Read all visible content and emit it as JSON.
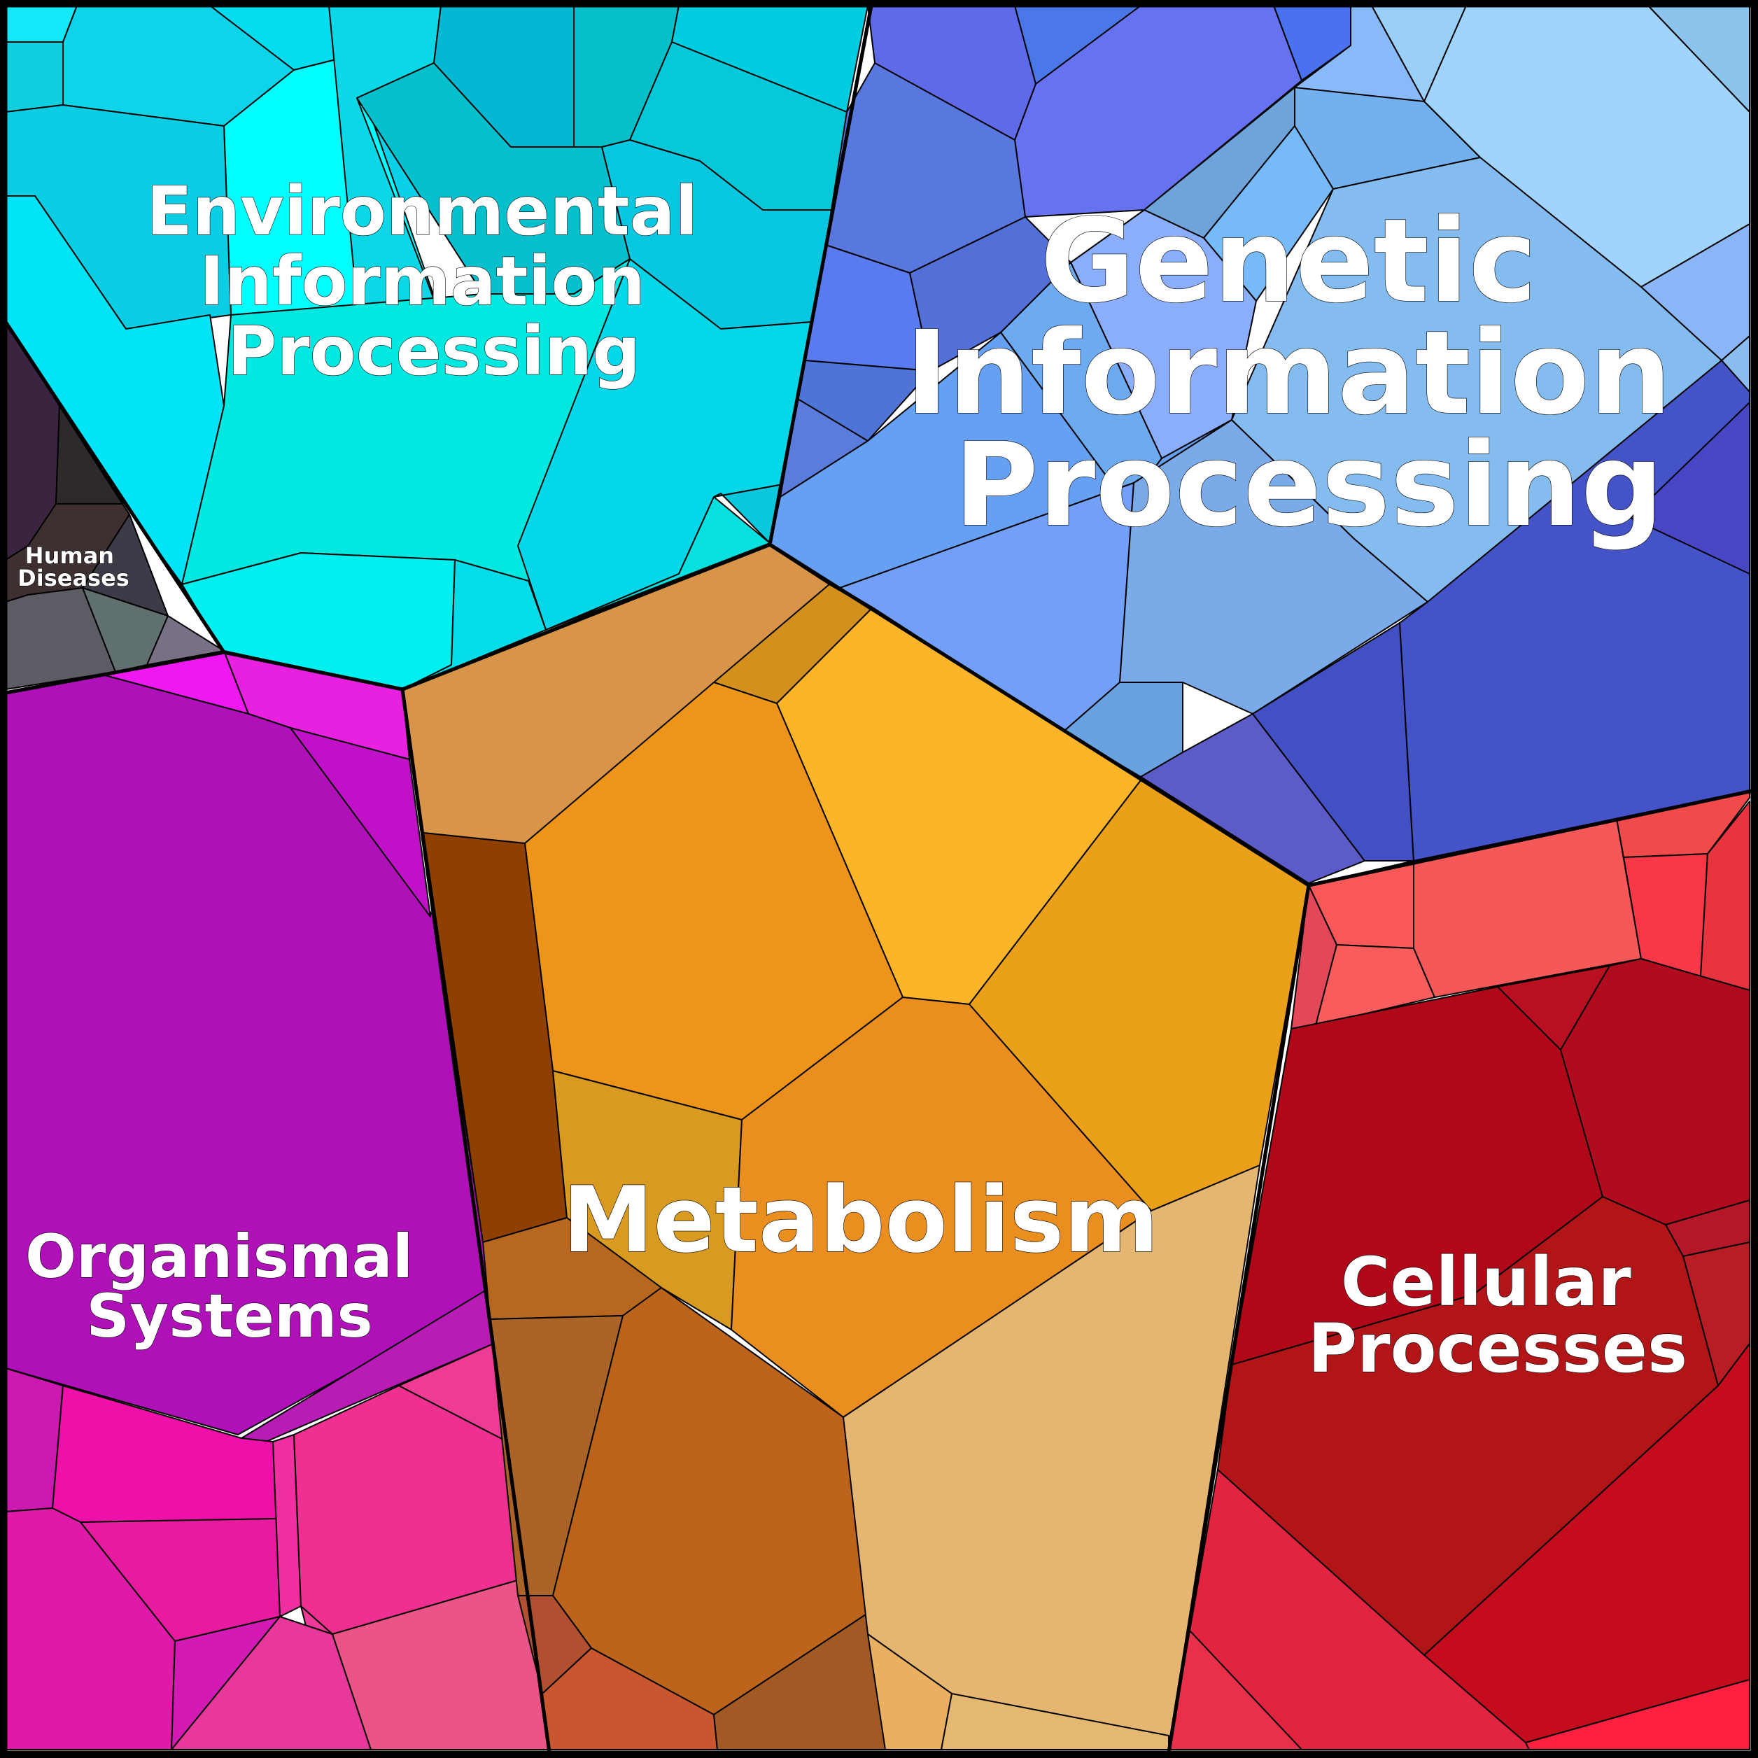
{
  "diagram": {
    "type": "voronoi-treemap",
    "regions": [
      {
        "id": "environmental",
        "label_lines": [
          "Environmental",
          "Information",
          "Processing"
        ],
        "base_color": "#00d8f0"
      },
      {
        "id": "genetic",
        "label_lines": [
          "Genetic",
          "Information",
          "Processing"
        ],
        "base_color": "#6f9ff8"
      },
      {
        "id": "human-diseases",
        "label_lines": [
          "Human",
          "Diseases"
        ],
        "base_color": "#3b3b44"
      },
      {
        "id": "metabolism",
        "label_lines": [
          "Metabolism"
        ],
        "base_color": "#ee9418"
      },
      {
        "id": "organismal",
        "label_lines": [
          "Organismal",
          "Systems"
        ],
        "base_color": "#b010b8"
      },
      {
        "id": "cellular",
        "label_lines": [
          "Cellular",
          "Processes"
        ],
        "base_color": "#b00c1a"
      }
    ]
  }
}
